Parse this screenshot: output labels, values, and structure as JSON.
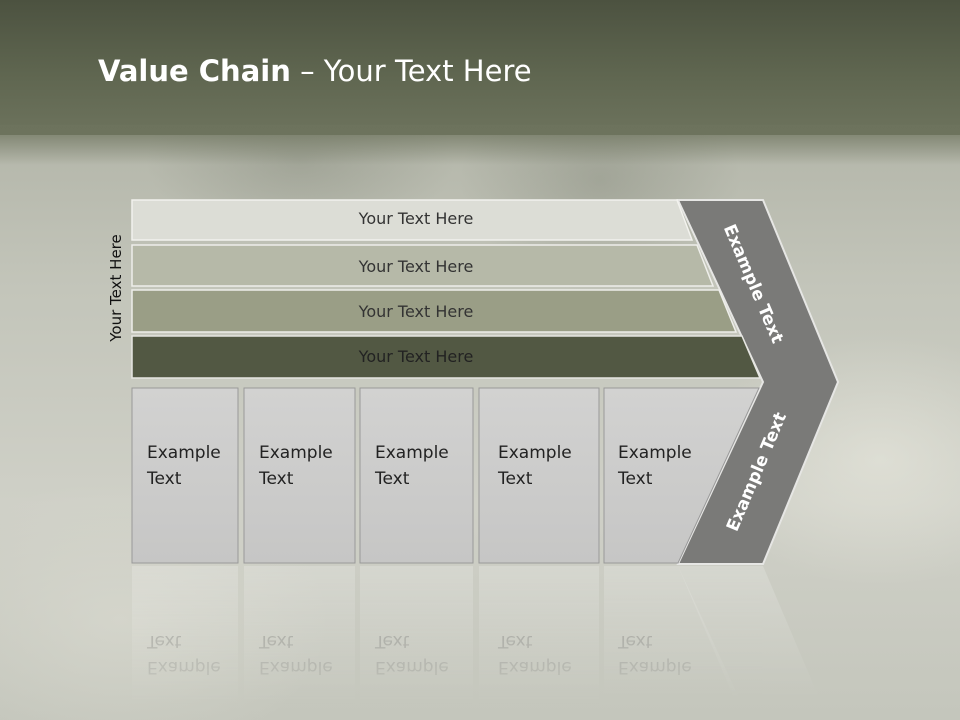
{
  "title": {
    "bold": "Value Chain",
    "rest": " – Your Text Here"
  },
  "vertical_label": "Your Text Here",
  "bars": [
    {
      "label": "Your Text Here",
      "color": "#dcddd6"
    },
    {
      "label": "Your Text Here",
      "color": "#b6b9a8"
    },
    {
      "label": "Your Text Here",
      "color": "#9a9e86"
    },
    {
      "label": "Your Text Here",
      "color": "#525843"
    }
  ],
  "boxes": [
    {
      "line1": "Example",
      "line2": "Text"
    },
    {
      "line1": "Example",
      "line2": "Text"
    },
    {
      "line1": "Example",
      "line2": "Text"
    },
    {
      "line1": "Example",
      "line2": "Text"
    },
    {
      "line1": "Example",
      "line2": "Text"
    }
  ],
  "arrow": {
    "upper_text": "Example Text",
    "lower_text": "Example Text",
    "color": "#7a7a78"
  },
  "colors": {
    "header": "#5f6650",
    "box_fill": "#cdcdcc"
  }
}
